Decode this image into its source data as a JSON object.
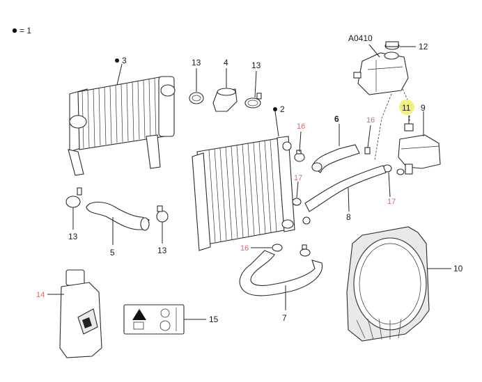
{
  "legend": {
    "text": "= 1"
  },
  "ref_code": "A0410",
  "callouts": [
    {
      "id": "c3",
      "text": "3"
    },
    {
      "id": "c2",
      "text": "2"
    },
    {
      "id": "c13a",
      "text": "13"
    },
    {
      "id": "c4",
      "text": "4"
    },
    {
      "id": "c13b",
      "text": "13"
    },
    {
      "id": "c16a",
      "text": "16"
    },
    {
      "id": "c6",
      "text": "6"
    },
    {
      "id": "c16b",
      "text": "16"
    },
    {
      "id": "c11",
      "text": "11"
    },
    {
      "id": "c9",
      "text": "9"
    },
    {
      "id": "c12",
      "text": "12"
    },
    {
      "id": "c17a",
      "text": "17"
    },
    {
      "id": "c17b",
      "text": "17"
    },
    {
      "id": "c8",
      "text": "8"
    },
    {
      "id": "c13c",
      "text": "13"
    },
    {
      "id": "c5",
      "text": "5"
    },
    {
      "id": "c13d",
      "text": "13"
    },
    {
      "id": "c16c",
      "text": "16"
    },
    {
      "id": "c10",
      "text": "10"
    },
    {
      "id": "c14",
      "text": "14"
    },
    {
      "id": "c15",
      "text": "15"
    },
    {
      "id": "c7",
      "text": "7"
    }
  ],
  "colors": {
    "red": "#d76a6a",
    "highlight": "#f3f07a",
    "ink": "#1a1a1a"
  }
}
